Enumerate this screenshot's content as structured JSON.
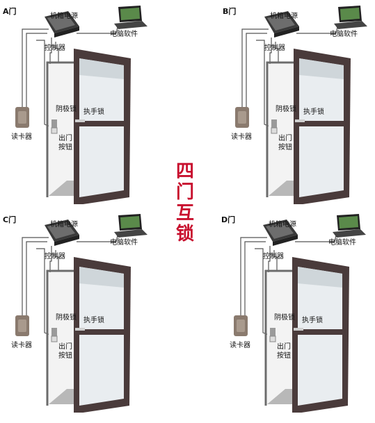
{
  "title_chars": [
    "四",
    "门",
    "互",
    "锁"
  ],
  "labels": {
    "power_box": "机箱电源",
    "computer_software": "电脑软件",
    "controller": "控制器",
    "magnetic_lock": "阴极锁",
    "door_handle_lock": "执手锁",
    "card_reader": "读卡器",
    "exit_button_line1": "出门",
    "exit_button_line2": "按钮"
  },
  "panels": [
    {
      "id": "a",
      "door_label": "A门"
    },
    {
      "id": "b",
      "door_label": "B门"
    },
    {
      "id": "c",
      "door_label": "C门"
    },
    {
      "id": "d",
      "door_label": "D门"
    }
  ],
  "colors": {
    "title_red": "#c8102e",
    "door_frame": "#4a3b3b",
    "wire": "#555555",
    "glass": "#e9edf0"
  }
}
